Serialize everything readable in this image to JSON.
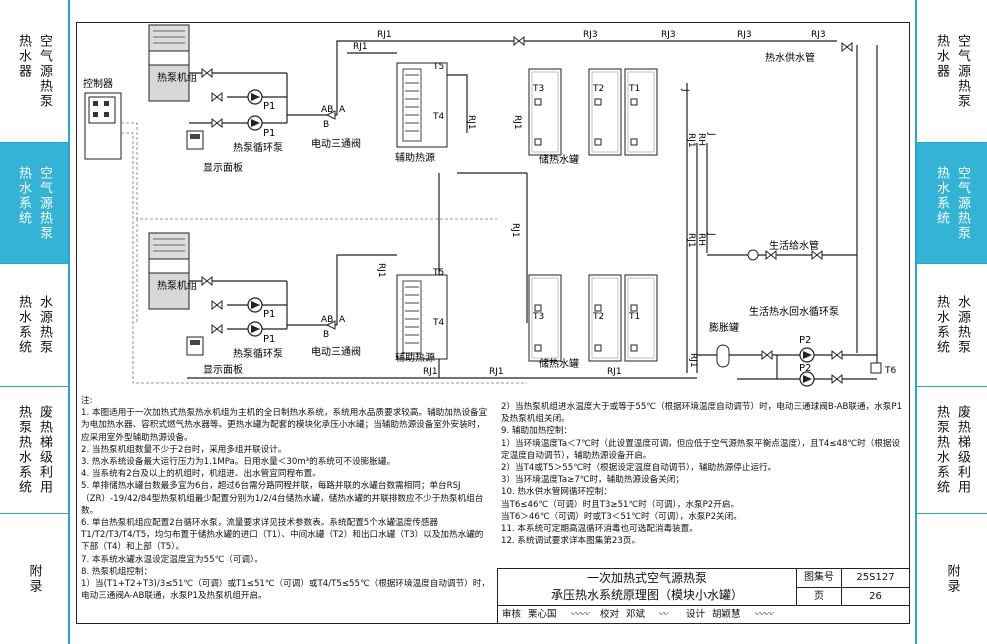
{
  "sidebar_left": [
    {
      "label": "空气源热泵热水器",
      "columns": [
        "空气源热泵",
        "热水器"
      ],
      "active": false
    },
    {
      "label": "空气源热泵热水系统",
      "columns": [
        "空气源热泵",
        "热水系统"
      ],
      "active": true
    },
    {
      "label": "水源热泵热水系统",
      "columns": [
        "水源热泵",
        "热水系统"
      ],
      "active": false
    },
    {
      "label": "废热梯级利用热泵热水系统",
      "columns": [
        "废热梯级利用",
        "热泵热水系统"
      ],
      "active": false
    },
    {
      "label": "附录",
      "columns": [
        "附录"
      ],
      "active": false
    }
  ],
  "sidebar_right": [
    {
      "label": "空气源热泵热水器",
      "columns": [
        "空气源热泵",
        "热水器"
      ],
      "active": false
    },
    {
      "label": "空气源热泵热水系统",
      "columns": [
        "空气源热泵",
        "热水系统"
      ],
      "active": true
    },
    {
      "label": "水源热泵热水系统",
      "columns": [
        "水源热泵",
        "热水系统"
      ],
      "active": false
    },
    {
      "label": "废热梯级利用热泵热水系统",
      "columns": [
        "废热梯级利用",
        "热泵热水系统"
      ],
      "active": false
    },
    {
      "label": "附录",
      "columns": [
        "附录"
      ],
      "active": false
    }
  ],
  "diagram": {
    "controller": "控制器",
    "heat_pump_unit": "热泵机组",
    "display_panel": "显示面板",
    "hp_circulation_pump": "热泵循环泵",
    "three_way_valve": "电动三通阀",
    "aux_heat_source": "辅助热源",
    "storage_tank": "储热水罐",
    "hot_water_supply": "热水供水管",
    "domestic_water_supply": "生活给水管",
    "return_pump": "生活热水回水循环泵",
    "expansion_tank": "膨胀罐",
    "pipe_rj1": "RJ1",
    "pipe_rj3": "RJ3",
    "pipe_rh": "RH",
    "pipe_j": "J",
    "t1": "T1",
    "t2": "T2",
    "t3": "T3",
    "t4": "T4",
    "t5": "T5",
    "t6": "T6",
    "p1": "P1",
    "p2": "P2",
    "port_a": "A",
    "port_b": "B",
    "port_ab": "AB"
  },
  "notes": {
    "heading": "注:",
    "left": [
      "1. 本图适用于一次加热式热泵热水机组为主机的全日制热水系统，系统用水品质要求较高。辅助加热设备宜为电加热水器、容积式燃气热水器等。更热水罐为配套的模块化承压小水罐；当辅助热源设备室外安装时，应采用室外型辅助热源设备。",
      "2. 当热泵机组数量不少于2台时，采用多组并联设计。",
      "3. 热水系统设备最大运行压力为1.1MPa。日用水量＜30m³的系统可不设膨胀罐。",
      "4. 当系统有2台及以上的机组时，机组进、出水管宜同程布置。",
      "5. 单排储热水罐台数最多宜为6台，超过6台需分路同程并联，每路并联的水罐台数需相同；单台RSJ（ZR）-19/42/84型热泵机组最少配置分别为1/2/4台储热水罐，储热水罐的并联排数应不少于热泵机组台数。",
      "6. 单台热泵机组应配置2台循环水泵，流量要求详见技术参数表。系统配置5个水罐温度传感器T1/T2/T3/T4/T5，均匀布置于储热水罐的进口（T1）、中间水罐（T2）和出口水罐（T3）以及加热水罐的下部（T4）和上部（T5）。",
      "7. 本系统水罐水温设定温度宜为55℃（可调）。",
      "8. 热泵机组控制：",
      "1）当(T1+T2+T3)/3≤51℃（可调）或T1≤51℃（可调）或T4/T5≤55℃（根据环境温度自动调节）时，电动三通阀A-AB联通，水泵P1及热泵机组开启。"
    ],
    "right": [
      "2）当热泵机组进水温度大于或等于55℃（根据环境温度自动调节）时，电动三通球阀B-AB联通，水泵P1及热泵机组关闭。",
      "9. 辅助加热控制：",
      "1）当环境温度Ta＜7℃时（此设置温度可调，但应低于空气源热泵平衡点温度），且T4≤48℃时（根据设定温度自动调节），辅助热源设备开启。",
      "2）当T4或T5＞55℃时（根据设定温度自动调节），辅助热源停止运行。",
      "3）当环境温度Ta≥7℃时，辅助热源设备关闭；",
      "10. 热水供水管网循环控制：",
      "当T6≤46℃（可调）时且T3≥51℃时（可调），水泵P2开启。",
      "当T6＞46℃（可调）时或T3＜51℃时（可调），水泵P2关闭。",
      "11. 本系统可定期高温循环消毒也可选配消毒装置。",
      "12. 系统调试要求详本图集第23页。"
    ]
  },
  "title_block": {
    "title_line1": "一次加热式空气源热泵",
    "title_line2": "承压热水系统原理图（模块小水罐）",
    "atlas_no_label": "图集号",
    "atlas_no": "25S127",
    "page_label": "页",
    "page_no": "26",
    "review_label": "审核",
    "reviewer": "栗心国",
    "check_label": "校对",
    "checker": "邓斌",
    "design_label": "设计",
    "designer": "胡颖慧"
  },
  "colors": {
    "accent": "#35b3d6",
    "border_accent": "#2aa6c9",
    "line": "#222222",
    "dashed_control": "#777777"
  }
}
